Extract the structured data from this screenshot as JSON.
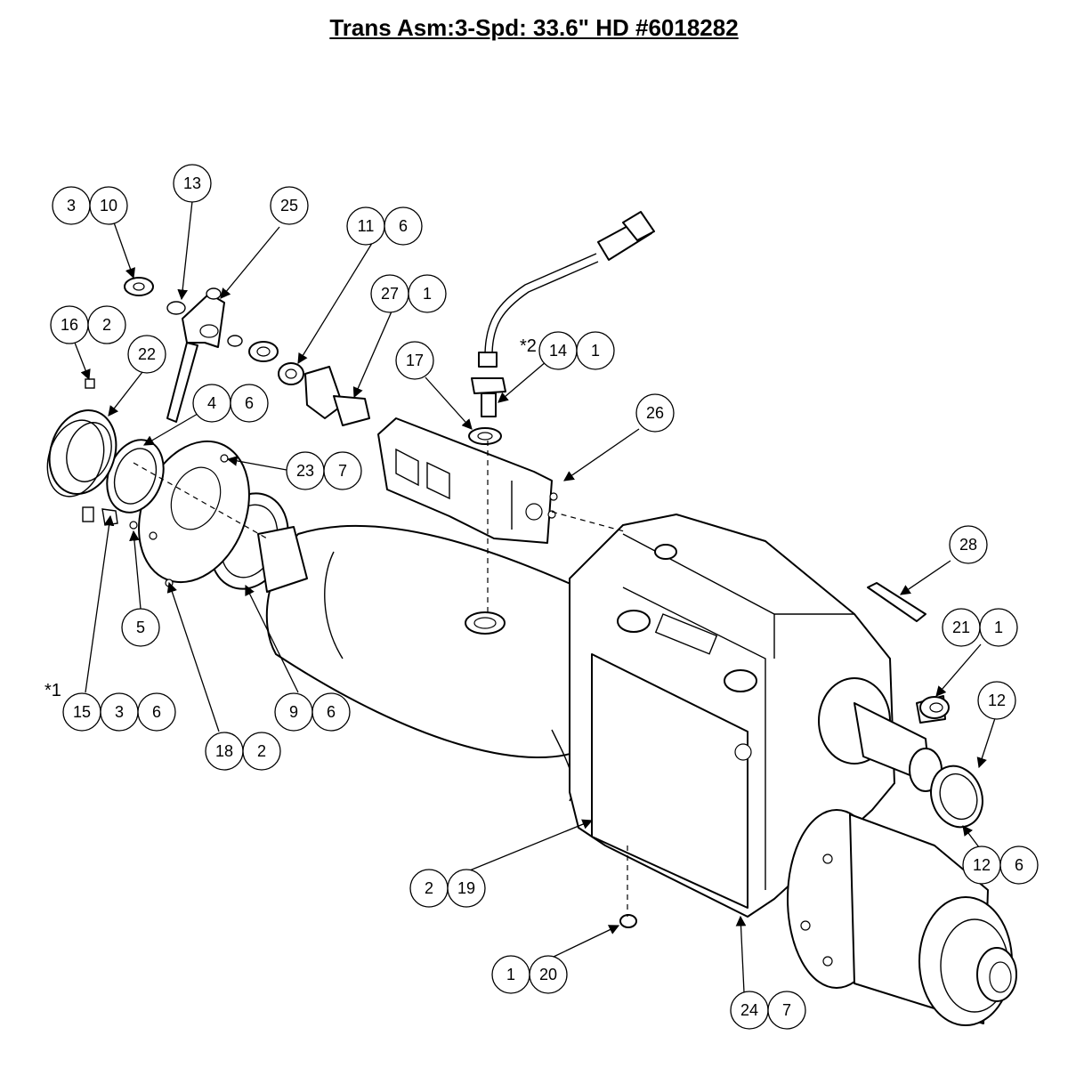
{
  "title": "Trans Asm:3-Spd: 33.6\" HD #6018282",
  "notes": [
    "*1",
    "*2"
  ],
  "callouts": [
    {
      "id": "3-10",
      "a": "3",
      "b": "10"
    },
    {
      "id": "13",
      "a": "13"
    },
    {
      "id": "25",
      "a": "25"
    },
    {
      "id": "11-6",
      "a": "11",
      "b": "6"
    },
    {
      "id": "27-1",
      "a": "27",
      "b": "1"
    },
    {
      "id": "16-2",
      "a": "16",
      "b": "2"
    },
    {
      "id": "22",
      "a": "22"
    },
    {
      "id": "14-1",
      "a": "14",
      "b": "1"
    },
    {
      "id": "17",
      "a": "17"
    },
    {
      "id": "4-6",
      "a": "4",
      "b": "6"
    },
    {
      "id": "26",
      "a": "26"
    },
    {
      "id": "23-7",
      "a": "23",
      "b": "7"
    },
    {
      "id": "28",
      "a": "28"
    },
    {
      "id": "5",
      "a": "5"
    },
    {
      "id": "21-1",
      "a": "21",
      "b": "1"
    },
    {
      "id": "15-3-6",
      "a": "15",
      "b": "3",
      "c": "6"
    },
    {
      "id": "9-6",
      "a": "9",
      "b": "6"
    },
    {
      "id": "12",
      "a": "12"
    },
    {
      "id": "18-2",
      "a": "18",
      "b": "2"
    },
    {
      "id": "12-6",
      "a": "12",
      "b": "6"
    },
    {
      "id": "2-19",
      "a": "2",
      "b": "19"
    },
    {
      "id": "1-20",
      "a": "1",
      "b": "20"
    },
    {
      "id": "24-7",
      "a": "24",
      "b": "7"
    }
  ]
}
